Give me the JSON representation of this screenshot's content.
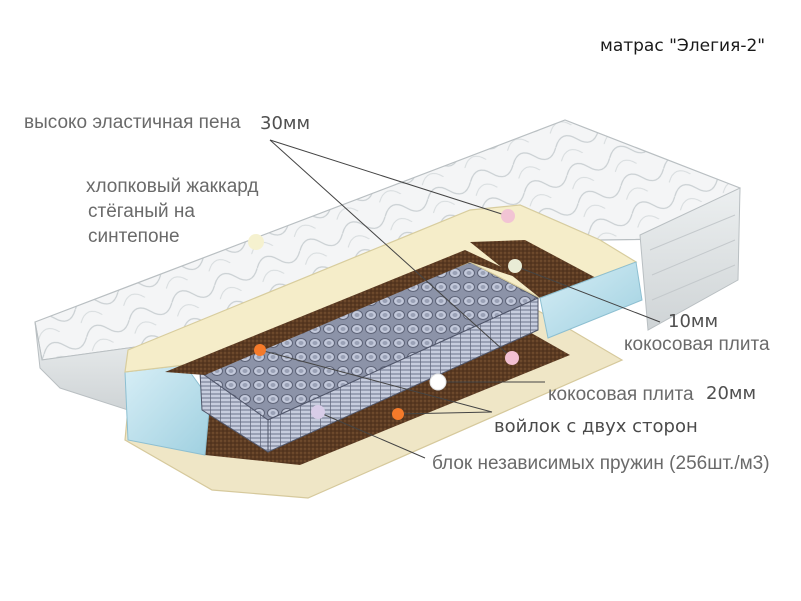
{
  "title": "матрас \"Элегия-2\"",
  "labels": {
    "foam": "высоко эластичная пена",
    "foam_thickness": "30мм",
    "jacquard_line1": "хлопковый жаккард",
    "jacquard_line2": "стёганый на",
    "jacquard_line3": "синтепоне",
    "coir_thickness_10": "10мм",
    "coir_plate_10": "кокосовая плита",
    "coir_plate_20": "кокосовая плита",
    "coir_thickness_20": "20мм",
    "felt": "войлок  с двух сторон",
    "springs": "блок независимых пружин (256шт./м3)"
  },
  "marker_colors": {
    "foam": "#f2c4d4",
    "jacquard": "#f5f1cf",
    "coir_10": "#e9ecd6",
    "coir_20_pink": "#f2c0d2",
    "coir_20_white": "#ffffff",
    "felt": "#f57a2a",
    "springs": "#d8cde8"
  }
}
